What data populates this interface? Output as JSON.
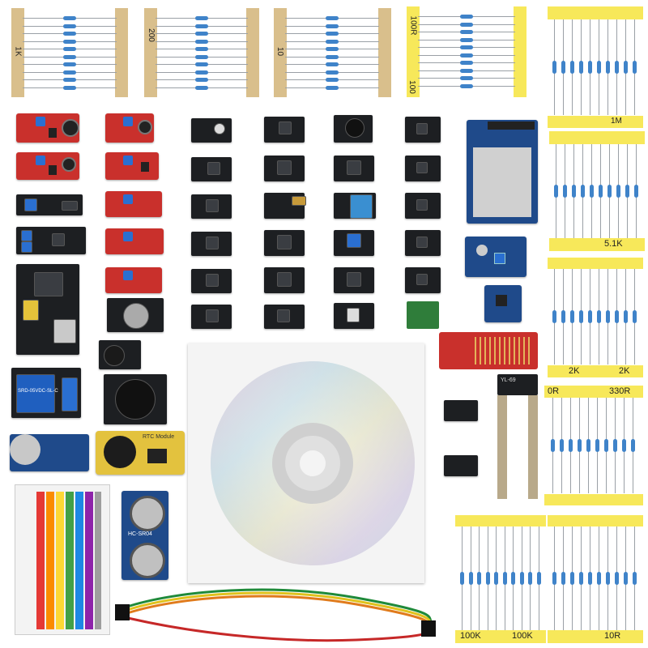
{
  "photo": {
    "subject": "sensor-kit-product-photo"
  },
  "resistor_tape_labels": {
    "top_1": "1K",
    "top_2": "200",
    "top_3": "10",
    "top_4": "100R",
    "top_4b": "100",
    "right_1": "1M",
    "right_2": "5.1K",
    "right_3a": "2K",
    "right_3b": "2K",
    "right_4a": "330R",
    "right_4b": "0R",
    "bottom_1a": "100K",
    "bottom_1b": "100K",
    "bottom_2": "10R"
  },
  "module_labels": {
    "relay": "SRD-05VDC-SL-C",
    "ultrasonic": "HC-SR04",
    "rtc": "RTC Module",
    "soil_probe": "YL-69"
  },
  "colors": {
    "tape_yellow": "#f7e85a",
    "tape_brown": "#d9bf8c",
    "pcb_red": "#c9302c",
    "pcb_black": "#1d1f22",
    "pcb_blue": "#1f4a8a",
    "resistor_body": "#3f83c9"
  },
  "icons": {
    "cd": "cd-disc-icon",
    "cable": "jumper-cable-icon"
  }
}
